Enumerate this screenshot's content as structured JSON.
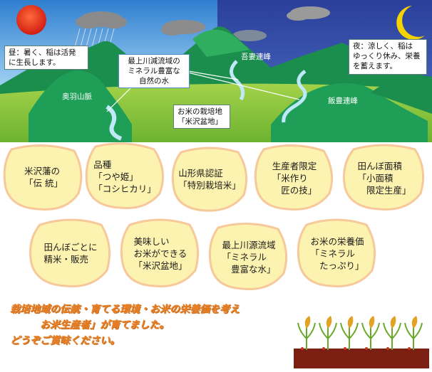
{
  "landscape": {
    "colors": {
      "day_sky": "#8ec6ee",
      "night_sky": "#3f5db4",
      "field": "#8dc63f",
      "mountain": "#1e9e57",
      "sun": "#e0221a",
      "moon": "#f5d300",
      "river": "#aee3f5"
    },
    "day_note": "昼：暑く、稲は活発\nに生長します。",
    "night_note": "夜：涼しく、稲は\nゆっくり休み、栄養\nを蓄えます。",
    "river_note": "最上川減流域の\nミネラル豊富な\n自然の水",
    "basin_note": "お米の栽培地\n「米沢盆地」",
    "mountains": [
      "奥羽山脈",
      "吾妻連峰",
      "飯豊連峰"
    ]
  },
  "grains": [
    {
      "text": "米沢藩の\n「伝 統」"
    },
    {
      "text": "品種\n「つや姫」\n「コシヒカリ」"
    },
    {
      "text": "山形県認証\n「特別栽培米」"
    },
    {
      "text": "生産者限定\n「米作り\n　匠の技」"
    },
    {
      "text": "田んぼ面積\n「小面積\n　限定生産」"
    },
    {
      "text": "田んぼごとに\n精米・販売"
    },
    {
      "text": "美味しい\nお米ができる\n「米沢盆地」"
    },
    {
      "text": "最上川源流域\n「ミネラル\n　豊富な水」"
    },
    {
      "text": "お米の栄養価\n「ミネラル\n　たっぷり」"
    }
  ],
  "grain_color": "#fdf3b0",
  "grain_outline": "#f6c89a",
  "footer": {
    "line1": "栽培地域の伝統・育てる環境・お米の栄養価を考え",
    "line2": "　　　お米生産者」が育てました。",
    "line3": "どうぞご賞味ください。",
    "color": "#e8822a"
  }
}
